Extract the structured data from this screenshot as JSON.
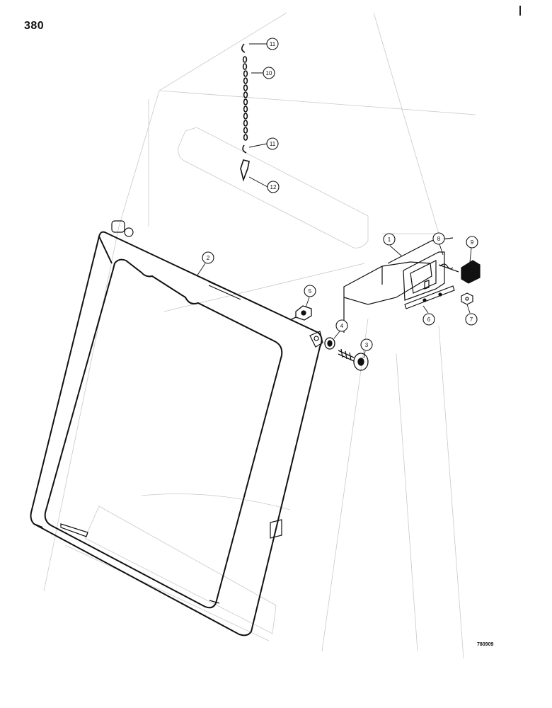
{
  "page_number": "380",
  "figure_code": "780909",
  "callouts": [
    {
      "label": "1"
    },
    {
      "label": "2"
    },
    {
      "label": "3"
    },
    {
      "label": "4"
    },
    {
      "label": "5"
    },
    {
      "label": "6"
    },
    {
      "label": "7"
    },
    {
      "label": "8"
    },
    {
      "label": "9"
    },
    {
      "label": "10"
    },
    {
      "label": "11"
    },
    {
      "label": "11"
    },
    {
      "label": "12"
    }
  ]
}
